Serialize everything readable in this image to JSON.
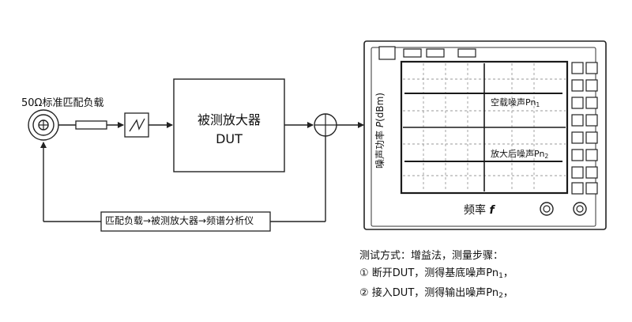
{
  "noise_source": {
    "label": "50Ω标准匹配负载"
  },
  "dut": {
    "name": "被测放大器",
    "code": "DUT"
  },
  "feedback": {
    "label": "匹配负载→被测放大器→频谱分析仪"
  },
  "analyzer": {
    "y_axis": {
      "label_main": "噪声功率 ",
      "label_var": "P",
      "label_unit": "(dBm)"
    },
    "x_axis": {
      "label_main": "频率 ",
      "label_var": "f"
    },
    "traces": [
      {
        "label": "空载噪声Pn",
        "subscript": "1"
      },
      {
        "label": "放大后噪声Pn",
        "subscript": "2"
      }
    ]
  },
  "method": {
    "title": "测试方式：增益法，测量步骤：",
    "steps": [
      {
        "marker": "①",
        "text": "断开DUT，测得基底噪声Pn",
        "subscript": "1",
        "suffix": "，"
      },
      {
        "marker": "②",
        "text": "接入DUT，测得输出噪声Pn",
        "subscript": "2",
        "suffix": "，"
      }
    ]
  },
  "colors": {
    "line": "#222222",
    "screen_border": "#1a1a1a",
    "grid": "#9a9a9a",
    "device_fill": "#ffffff"
  }
}
